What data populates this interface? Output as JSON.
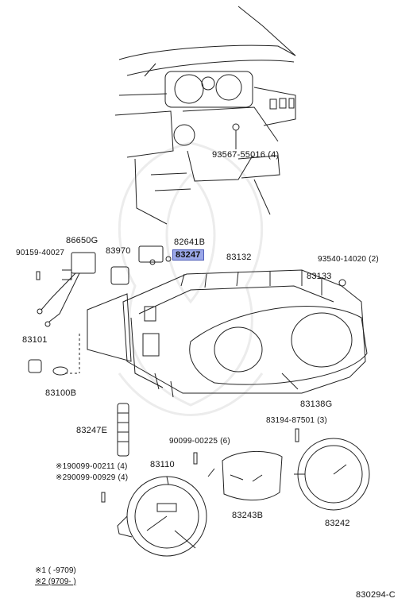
{
  "parts": {
    "p1": "93567-55016 (4)",
    "p2": "86650G",
    "p3": "83970",
    "p4": "82641B",
    "p5": "83247",
    "p6": "83132",
    "p7": "90159-40027",
    "p8": "93540-14020 (2)",
    "p9": "83133",
    "p10": "83101",
    "p11": "83100B",
    "p12": "83138G",
    "p13": "83194-87501 (3)",
    "p14": "83247E",
    "p15": "90099-00225 (6)",
    "p16": "※190099-00211 (4)",
    "p17": "※290099-00929 (4)",
    "p18": "83110",
    "p19": "83243B",
    "p20": "83242"
  },
  "footnotes": {
    "note1": "※1 (      -9709)",
    "note2": "※2 (9709-       )"
  },
  "figure_id": "830294-C",
  "highlight_color": "#9aa7e8"
}
